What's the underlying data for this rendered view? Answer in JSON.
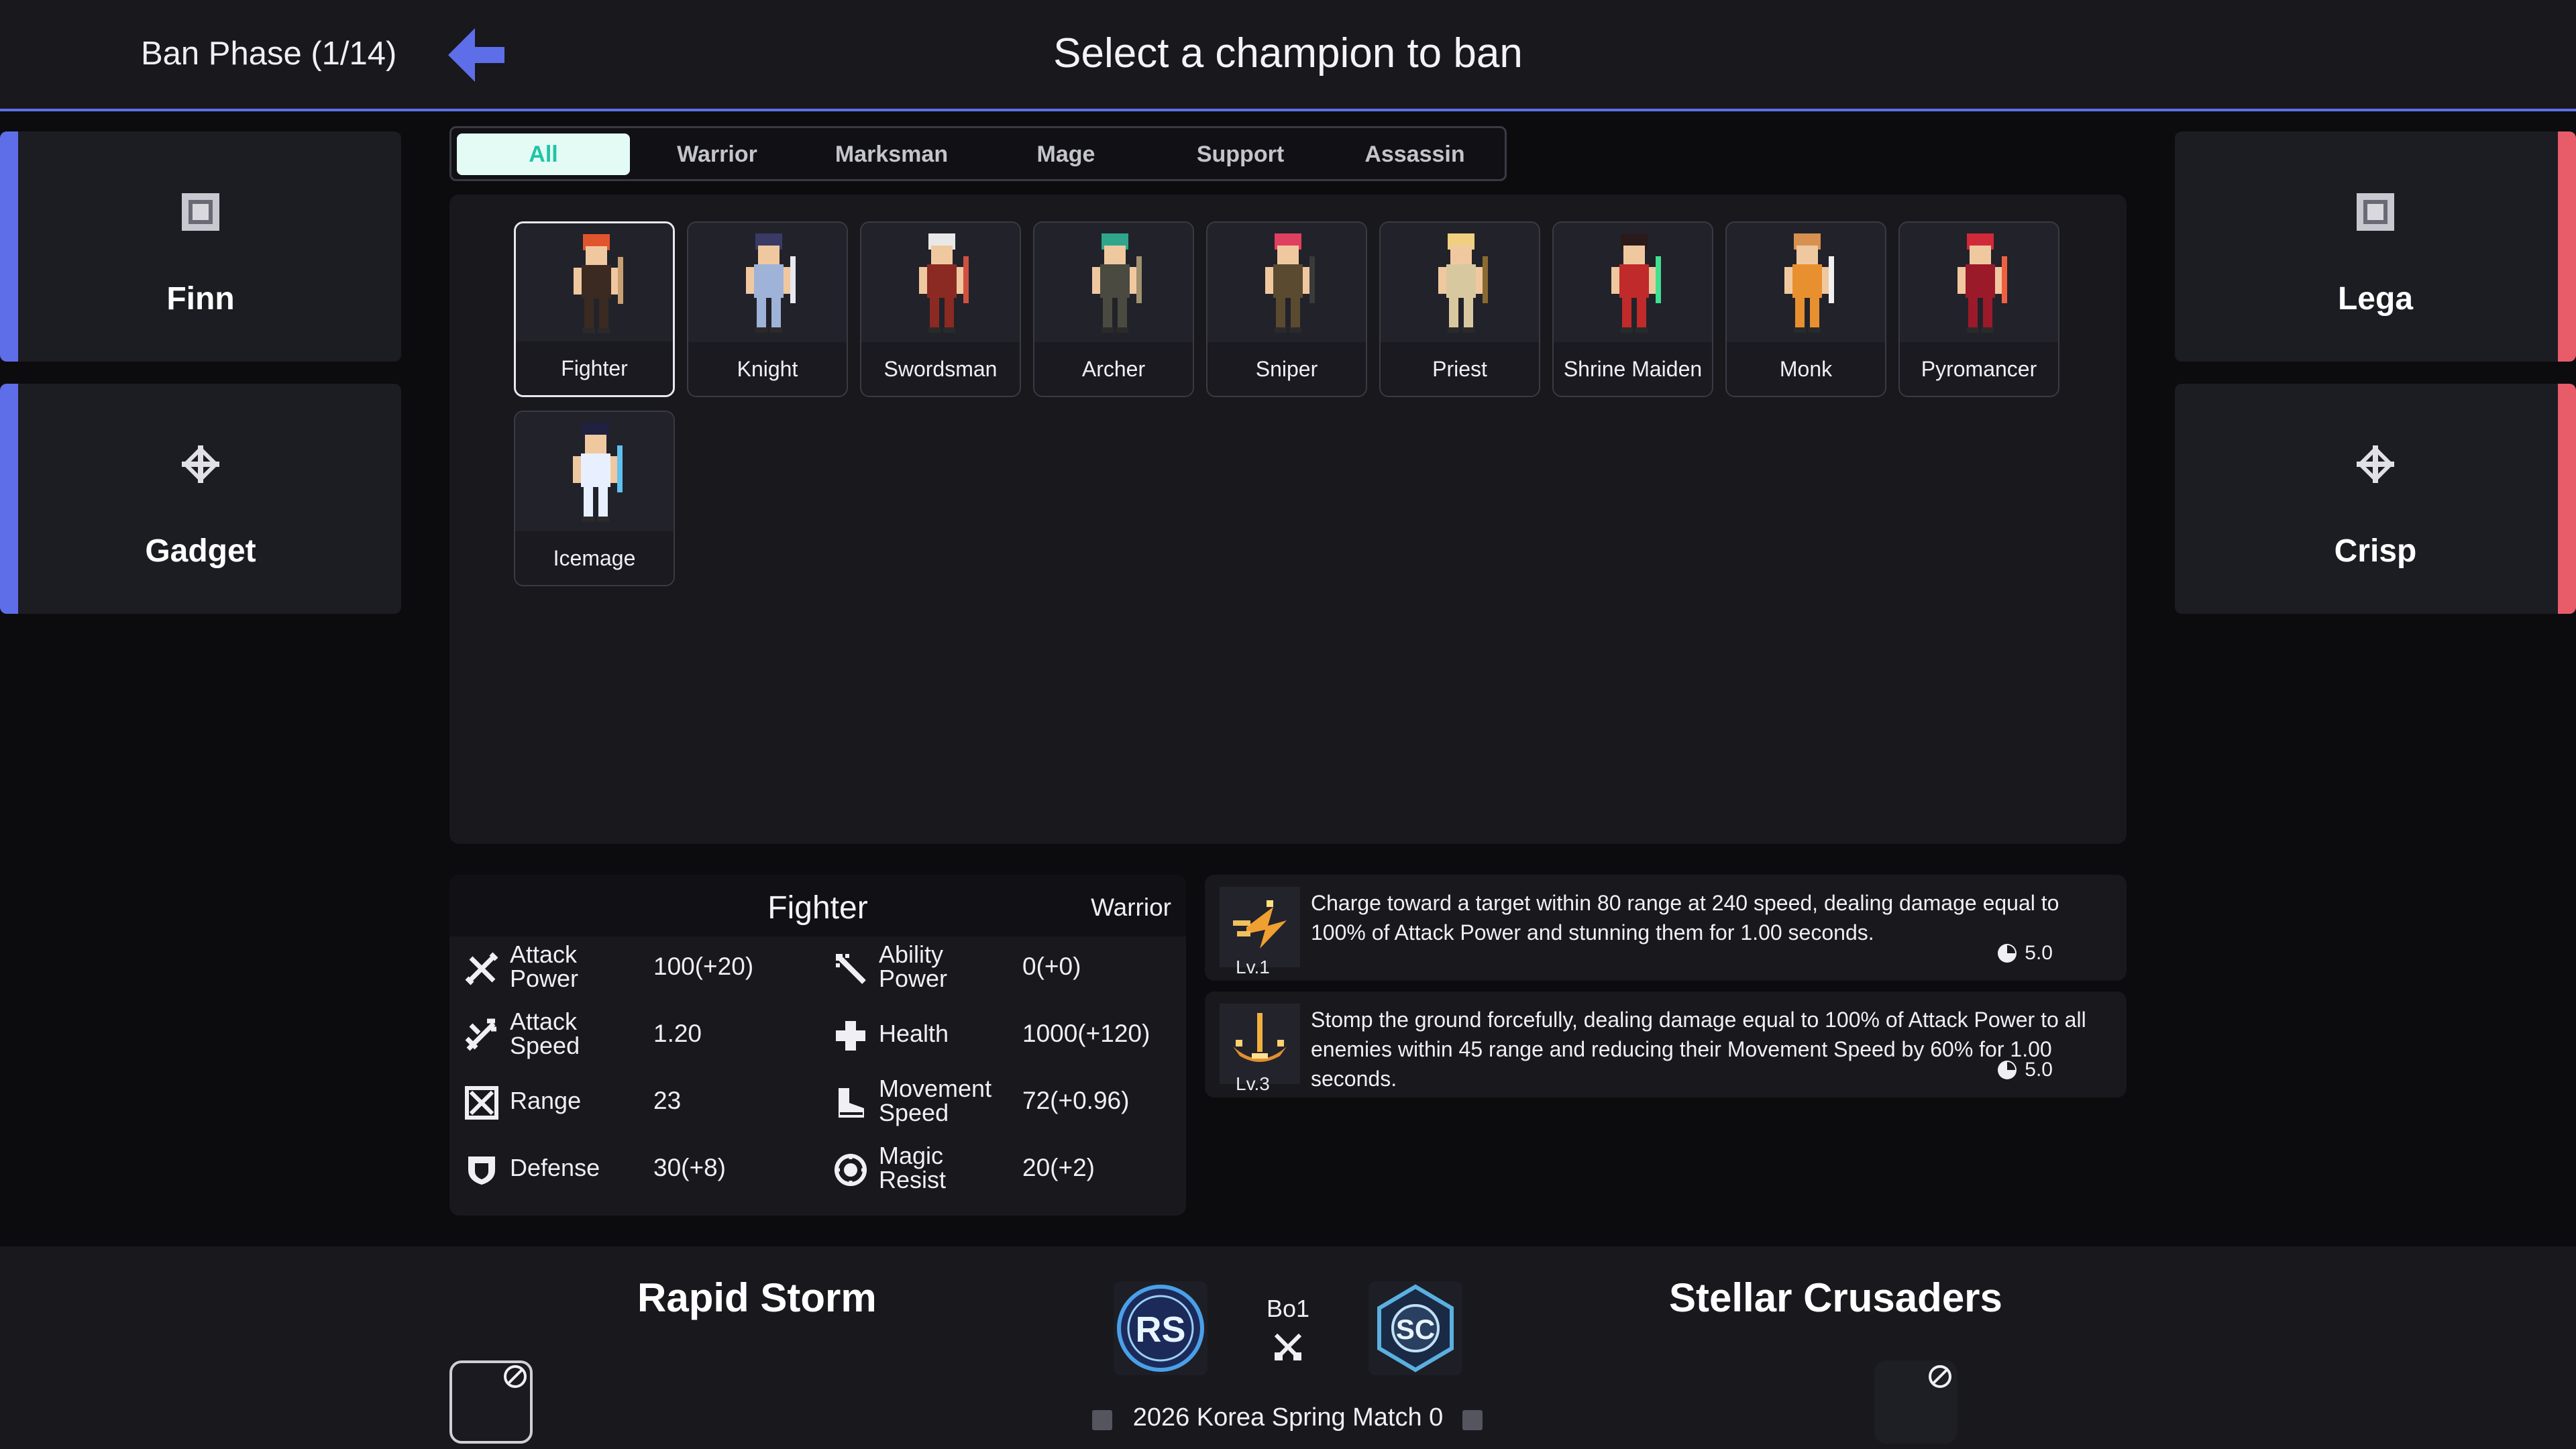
{
  "header": {
    "phase": "Ban Phase (1/14)",
    "title": "Select a champion to ban",
    "back_icon": "arrow-left-icon"
  },
  "colors": {
    "blue_team": "#5e6ee8",
    "red_team": "#e85c6a",
    "accent": "#1fc4a5",
    "tab_active_bg": "#e3faf5"
  },
  "blue_players": [
    {
      "name": "Finn",
      "icon": "square-chip-icon"
    },
    {
      "name": "Gadget",
      "icon": "crosshair-icon"
    }
  ],
  "red_players": [
    {
      "name": "Lega",
      "icon": "square-chip-icon"
    },
    {
      "name": "Crisp",
      "icon": "crosshair-icon"
    }
  ],
  "tabs": [
    "All",
    "Warrior",
    "Marksman",
    "Mage",
    "Support",
    "Assassin"
  ],
  "active_tab": "All",
  "champions": [
    {
      "name": "Fighter",
      "hair": "#e0552e",
      "body": "#3a2a22",
      "accent": "#c9a070"
    },
    {
      "name": "Knight",
      "hair": "#3a3a66",
      "body": "#9fb3d8",
      "accent": "#e8e8f0"
    },
    {
      "name": "Swordsman",
      "hair": "#e8e8e8",
      "body": "#8a2a22",
      "accent": "#d05040"
    },
    {
      "name": "Archer",
      "hair": "#2fa68c",
      "body": "#4a4a40",
      "accent": "#a09070"
    },
    {
      "name": "Sniper",
      "hair": "#e04060",
      "body": "#5a4a30",
      "accent": "#3a3a3a"
    },
    {
      "name": "Priest",
      "hair": "#f0d080",
      "body": "#d8c8a0",
      "accent": "#8a6a30"
    },
    {
      "name": "Shrine Maiden",
      "hair": "#2a1a1a",
      "body": "#c02a2a",
      "accent": "#40e090"
    },
    {
      "name": "Monk",
      "hair": "#d89050",
      "body": "#e89030",
      "accent": "#f0f0f0"
    },
    {
      "name": "Pyromancer",
      "hair": "#d02a3a",
      "body": "#9a1a2a",
      "accent": "#f06040"
    },
    {
      "name": "Icemage",
      "hair": "#202040",
      "body": "#e8f0ff",
      "accent": "#60c0f0"
    }
  ],
  "selected": {
    "name": "Fighter",
    "class": "Warrior",
    "stats": [
      {
        "label": "Attack Power",
        "value": "100(+20)",
        "icon": "sword-icon"
      },
      {
        "label": "Ability Power",
        "value": "0(+0)",
        "icon": "wand-icon"
      },
      {
        "label": "Attack Speed",
        "value": "1.20",
        "icon": "fast-sword-icon"
      },
      {
        "label": "Health",
        "value": "1000(+120)",
        "icon": "cross-icon"
      },
      {
        "label": "Range",
        "value": "23",
        "icon": "range-icon"
      },
      {
        "label": "Movement Speed",
        "value": "72(+0.96)",
        "icon": "boot-icon"
      },
      {
        "label": "Defense",
        "value": "30(+8)",
        "icon": "shield-icon"
      },
      {
        "label": "Magic Resist",
        "value": "20(+2)",
        "icon": "magic-shield-icon"
      }
    ],
    "skills": [
      {
        "level": "Lv.1",
        "text": "Charge toward a target within 80 range at 240 speed, dealing damage equal to 100% of Attack Power and stunning them for 1.00 seconds.",
        "cooldown": "5.0",
        "icon": "charge-icon"
      },
      {
        "level": "Lv.3",
        "text": "Stomp the ground forcefully, dealing damage equal to 100% of Attack Power to all enemies within 45 range and reducing their Movement Speed by 60% for 1.00 seconds.",
        "cooldown": "5.0",
        "icon": "stomp-icon"
      }
    ]
  },
  "footer": {
    "team_left": "Rapid Storm",
    "team_right": "Stellar Crusaders",
    "left_logo": "RS",
    "right_logo": "SC",
    "format": "Bo1",
    "match": "2026 Korea Spring Match 0"
  }
}
